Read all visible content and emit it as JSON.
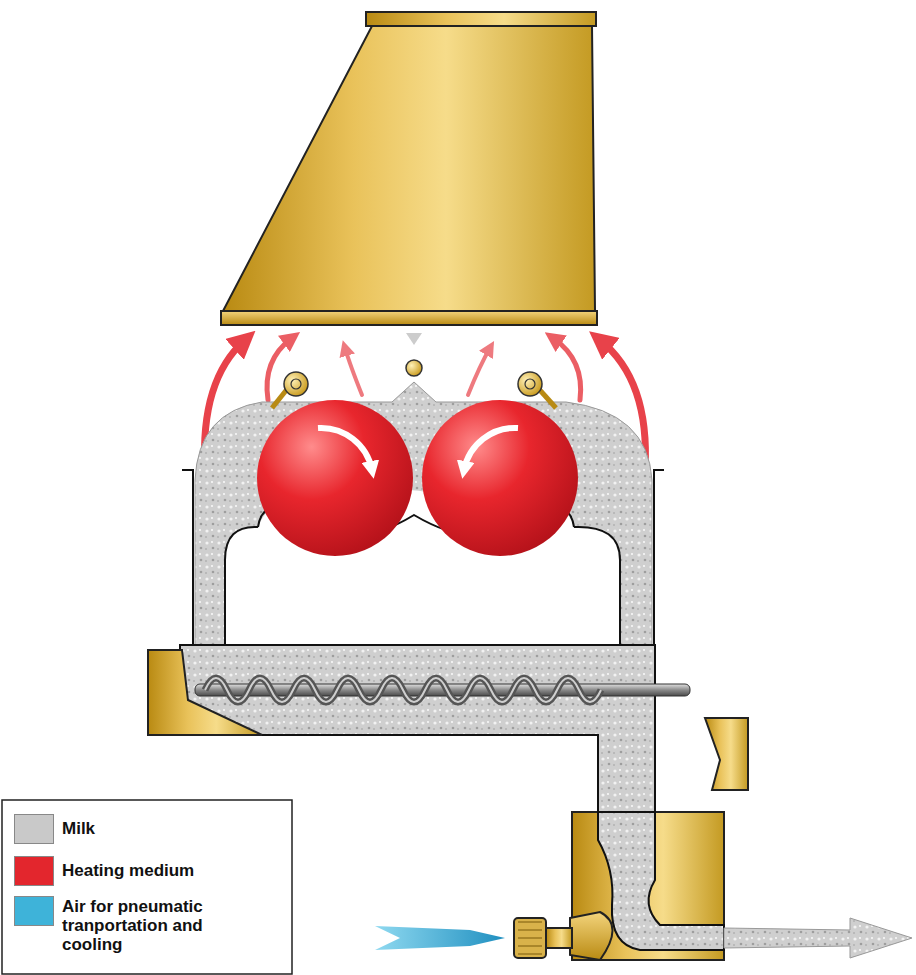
{
  "diagram": {
    "legend": [
      {
        "text": "Milk",
        "color": "#c9c9c9"
      },
      {
        "text": "Heating medium",
        "color": "#e3262d"
      },
      {
        "text": "Air for pneumatic tranportation and cooling",
        "color": "#3eb3d9"
      }
    ]
  }
}
